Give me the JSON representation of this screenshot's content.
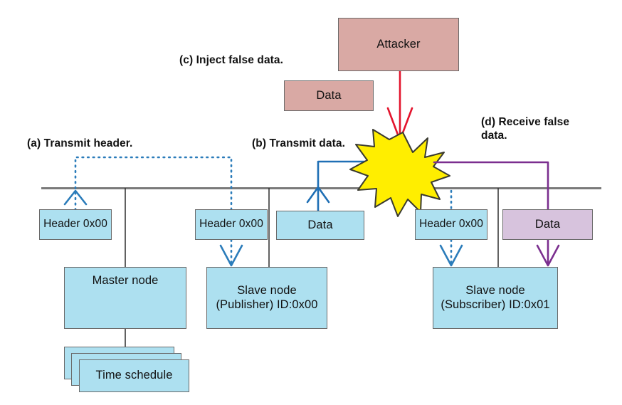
{
  "figure": {
    "type": "network-attack-sequence-diagram",
    "description": "LIN-style bus diagram showing master/slave nodes and an attacker injecting false data onto the bus"
  },
  "colors": {
    "node_fill": "#ade0f0",
    "attacker_fill": "#d9a9a4",
    "false_data_fill": "#d7c3dd",
    "explosion_fill": "#ffee00",
    "header_arrow": "#2b7cba",
    "data_arrow": "#1f6fb5",
    "inject_arrow": "#e3142d",
    "receive_arrow": "#7b2f8f",
    "bus_line": "#7a7a7a",
    "box_border": "#6a6a6a",
    "text": "#111111"
  },
  "captions": [
    {
      "id": "a",
      "label": "(a) Transmit header."
    },
    {
      "id": "b",
      "label": "(b) Transmit data."
    },
    {
      "id": "c",
      "label": "(c) Inject false data."
    },
    {
      "id": "d",
      "label": "(d) Receive false\ndata."
    }
  ],
  "boxes": {
    "attacker": {
      "label": "Attacker"
    },
    "attacker_data": {
      "label": "Data"
    },
    "header_master": {
      "label": "Header\n0x00"
    },
    "header_publisher": {
      "label": "Header\n0x00"
    },
    "header_subscriber": {
      "label": "Header\n0x00"
    },
    "data_publisher": {
      "label": "Data"
    },
    "data_false": {
      "label": "Data"
    },
    "master_node": {
      "label": "Master node"
    },
    "time_schedule": {
      "label": "Time schedule"
    },
    "slave_publisher": {
      "label": "Slave node\n(Publisher)\nID:0x00"
    },
    "slave_subscriber": {
      "label": "Slave node\n(Subscriber)\nID:0x01"
    }
  }
}
